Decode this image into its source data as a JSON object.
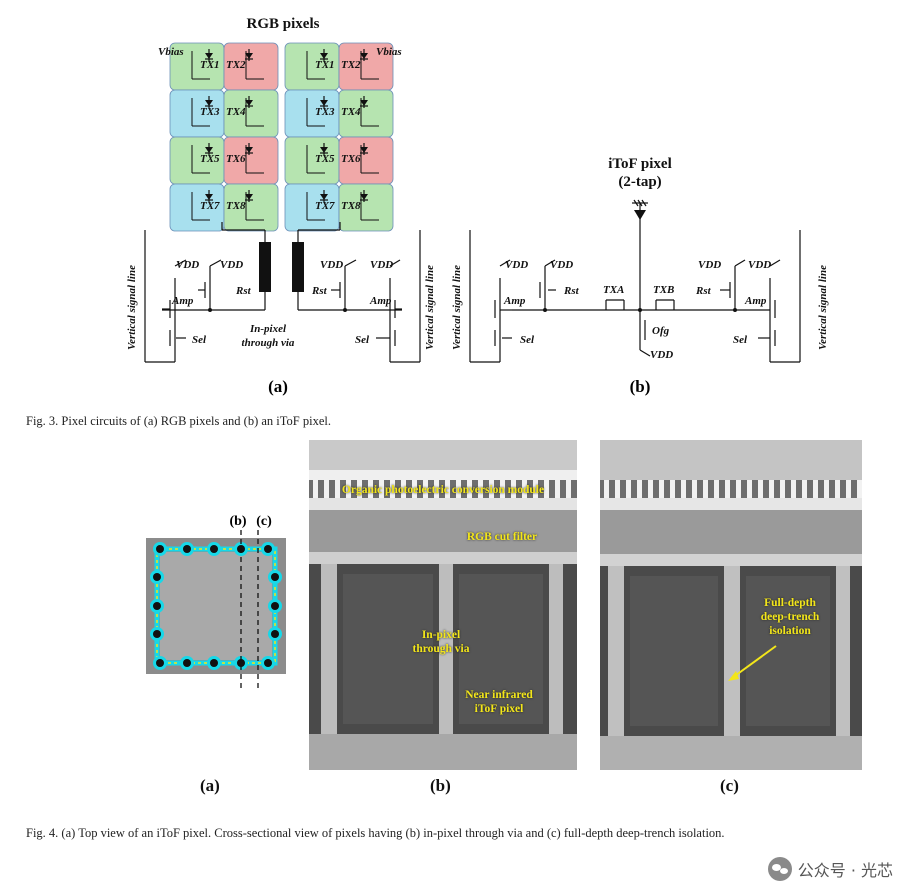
{
  "fig3": {
    "title_rgb": "RGB pixels",
    "title_itof_1": "iToF pixel",
    "title_itof_2": "(2-tap)",
    "label_a": "(a)",
    "label_b": "(b)",
    "caption": "Fig. 3.  Pixel circuits of (a) RGB pixels and (b) an iToF pixel.",
    "vbias": "Vbias",
    "tx_labels": [
      "TX1",
      "TX2",
      "TX3",
      "TX4",
      "TX5",
      "TX6",
      "TX7",
      "TX8"
    ],
    "vdd": "VDD",
    "rst": "Rst",
    "amp": "Amp",
    "sel": "Sel",
    "vertical_signal_line": "Vertical signal line",
    "in_pixel_via_1": "In-pixel",
    "in_pixel_via_2": "through via",
    "txa": "TXA",
    "txb": "TXB",
    "ofg": "Ofg",
    "colors": {
      "green": "#b6e4b0",
      "red": "#f0a8a8",
      "blue": "#a8e0ee"
    }
  },
  "fig4": {
    "label_a": "(a)",
    "label_b": "(b)",
    "label_c": "(c)",
    "cut_b": "(b)",
    "cut_c": "(c)",
    "caption": "Fig. 4. (a) Top view of an iToF pixel. Cross-sectional view of pixels having (b) in-pixel through via and (c) full-depth deep-trench isolation.",
    "sem_b_labels": {
      "module": "Organic photoelectric conversion module",
      "filter": "RGB cut filter",
      "via_1": "In-pixel",
      "via_2": "through via",
      "nir_1": "Near infrared",
      "nir_2": "iToF pixel"
    },
    "sem_c_labels": {
      "dti_1": "Full-depth",
      "dti_2": "deep-trench",
      "dti_3": "isolation"
    },
    "colors": {
      "cyan": "#17d8e8",
      "yellow": "#f3e61a"
    }
  },
  "watermark": "公众号 · 光芯"
}
